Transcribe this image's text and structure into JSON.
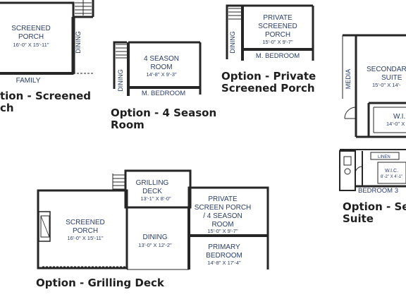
{
  "panels": {
    "screened_porch": {
      "caption_line1": "tion - Screened",
      "caption_line2": "ch",
      "room_name_1": "SCREENED",
      "room_name_2": "PORCH",
      "room_size": "16'-0\" X 15'-11\"",
      "dining": "DINING",
      "family": "FAMILY"
    },
    "four_season": {
      "caption_line1": "Option - 4 Season",
      "caption_line2": "Room",
      "room_name_1": "4 SEASON",
      "room_name_2": "ROOM",
      "room_size": "14'-8\" X 9'-3\"",
      "dining": "DINING",
      "bedroom": "M. BEDROOM"
    },
    "private_porch": {
      "caption_line1": "Option - Private",
      "caption_line2": "Screened Porch",
      "room_name_1": "PRIVATE",
      "room_name_2": "SCREENED",
      "room_name_3": "PORCH",
      "room_size": "15'-0\" X 9'-7\"",
      "dining": "DINING",
      "bedroom": "M. BEDROOM"
    },
    "secondary_suite": {
      "caption_line1": "Option - Sec",
      "caption_line2": "Suite",
      "room_name_1": "SECONDAR",
      "room_name_2": "SUITE",
      "room_size": "15'-0\" X 14'-",
      "media": "MEDIA",
      "wi": "W.I.",
      "wi_size": "14'-0\" X",
      "linen": "LINEN",
      "wic": "W.I.C.",
      "wic_size": "8'-2\" X 4'-1\"",
      "bedroom": "BEDROOM 3"
    },
    "grilling_deck": {
      "caption": "Option - Grilling Deck",
      "deck_name_1": "GRILLING",
      "deck_name_2": "DECK",
      "deck_size": "13'-1\" X 8'-0\"",
      "porch_name_1": "SCREENED",
      "porch_name_2": "PORCH",
      "porch_size": "16'-0\" X 15'-11\"",
      "dining": "DINING",
      "dining_size": "13'-0\" X 12'-2\"",
      "private_1": "PRIVATE",
      "private_2": "SCREEN PORCH",
      "private_3": "/ 4 SEASON",
      "private_4": "ROOM",
      "private_size": "15'-0\" X 9'-7\"",
      "bedroom_1": "PRIMARY",
      "bedroom_2": "BEDROOM",
      "bedroom_size": "14'-8\" X 17'-4\""
    }
  }
}
